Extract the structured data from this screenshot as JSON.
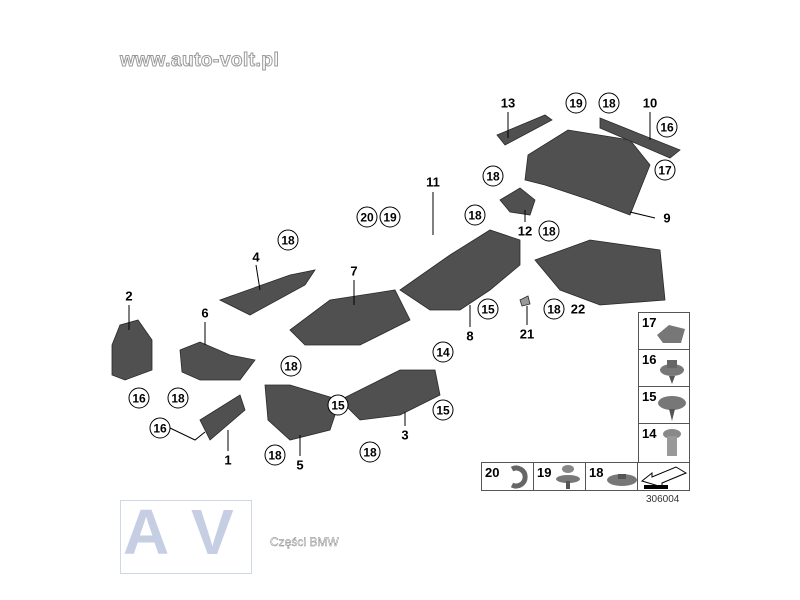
{
  "diagram": {
    "reference_number": "306004",
    "watermark": "www.auto-volt.pl",
    "watermark_sub": "Części BMW",
    "logo": "AV",
    "callouts": [
      {
        "num": "13",
        "circled": false
      },
      {
        "num": "19",
        "circled": true
      },
      {
        "num": "18",
        "circled": true
      },
      {
        "num": "10",
        "circled": false
      },
      {
        "num": "16",
        "circled": true
      },
      {
        "num": "17",
        "circled": true
      },
      {
        "num": "9",
        "circled": false
      },
      {
        "num": "18",
        "circled": true
      },
      {
        "num": "18",
        "circled": true
      },
      {
        "num": "12",
        "circled": false
      },
      {
        "num": "11",
        "circled": false
      },
      {
        "num": "20",
        "circled": true
      },
      {
        "num": "19",
        "circled": true
      },
      {
        "num": "18",
        "circled": true
      },
      {
        "num": "4",
        "circled": false
      },
      {
        "num": "18",
        "circled": true
      },
      {
        "num": "7",
        "circled": false
      },
      {
        "num": "8",
        "circled": false
      },
      {
        "num": "15",
        "circled": true
      },
      {
        "num": "21",
        "circled": false
      },
      {
        "num": "18",
        "circled": true
      },
      {
        "num": "22",
        "circled": false
      },
      {
        "num": "2",
        "circled": false
      },
      {
        "num": "6",
        "circled": false
      },
      {
        "num": "18",
        "circled": true
      },
      {
        "num": "16",
        "circled": true
      },
      {
        "num": "14",
        "circled": true
      },
      {
        "num": "15",
        "circled": true
      },
      {
        "num": "18",
        "circled": true
      },
      {
        "num": "15",
        "circled": true
      },
      {
        "num": "3",
        "circled": false
      },
      {
        "num": "18",
        "circled": true
      },
      {
        "num": "16",
        "circled": true
      },
      {
        "num": "1",
        "circled": false
      },
      {
        "num": "18",
        "circled": true
      },
      {
        "num": "5",
        "circled": false
      }
    ],
    "legend": [
      {
        "num": "17",
        "part": "clip-nut"
      },
      {
        "num": "16",
        "part": "hex-screw-with-collar"
      },
      {
        "num": "15",
        "part": "washer-screw"
      },
      {
        "num": "14",
        "part": "expanding-nut"
      },
      {
        "num": "20",
        "part": "clip"
      },
      {
        "num": "19",
        "part": "push-rivet"
      },
      {
        "num": "18",
        "part": "collar-nut"
      },
      {
        "num": "",
        "part": "direction-arrow"
      }
    ],
    "colors": {
      "part": "#4a4a4a",
      "part_light": "#8a8a8a",
      "line": "#000000"
    }
  }
}
